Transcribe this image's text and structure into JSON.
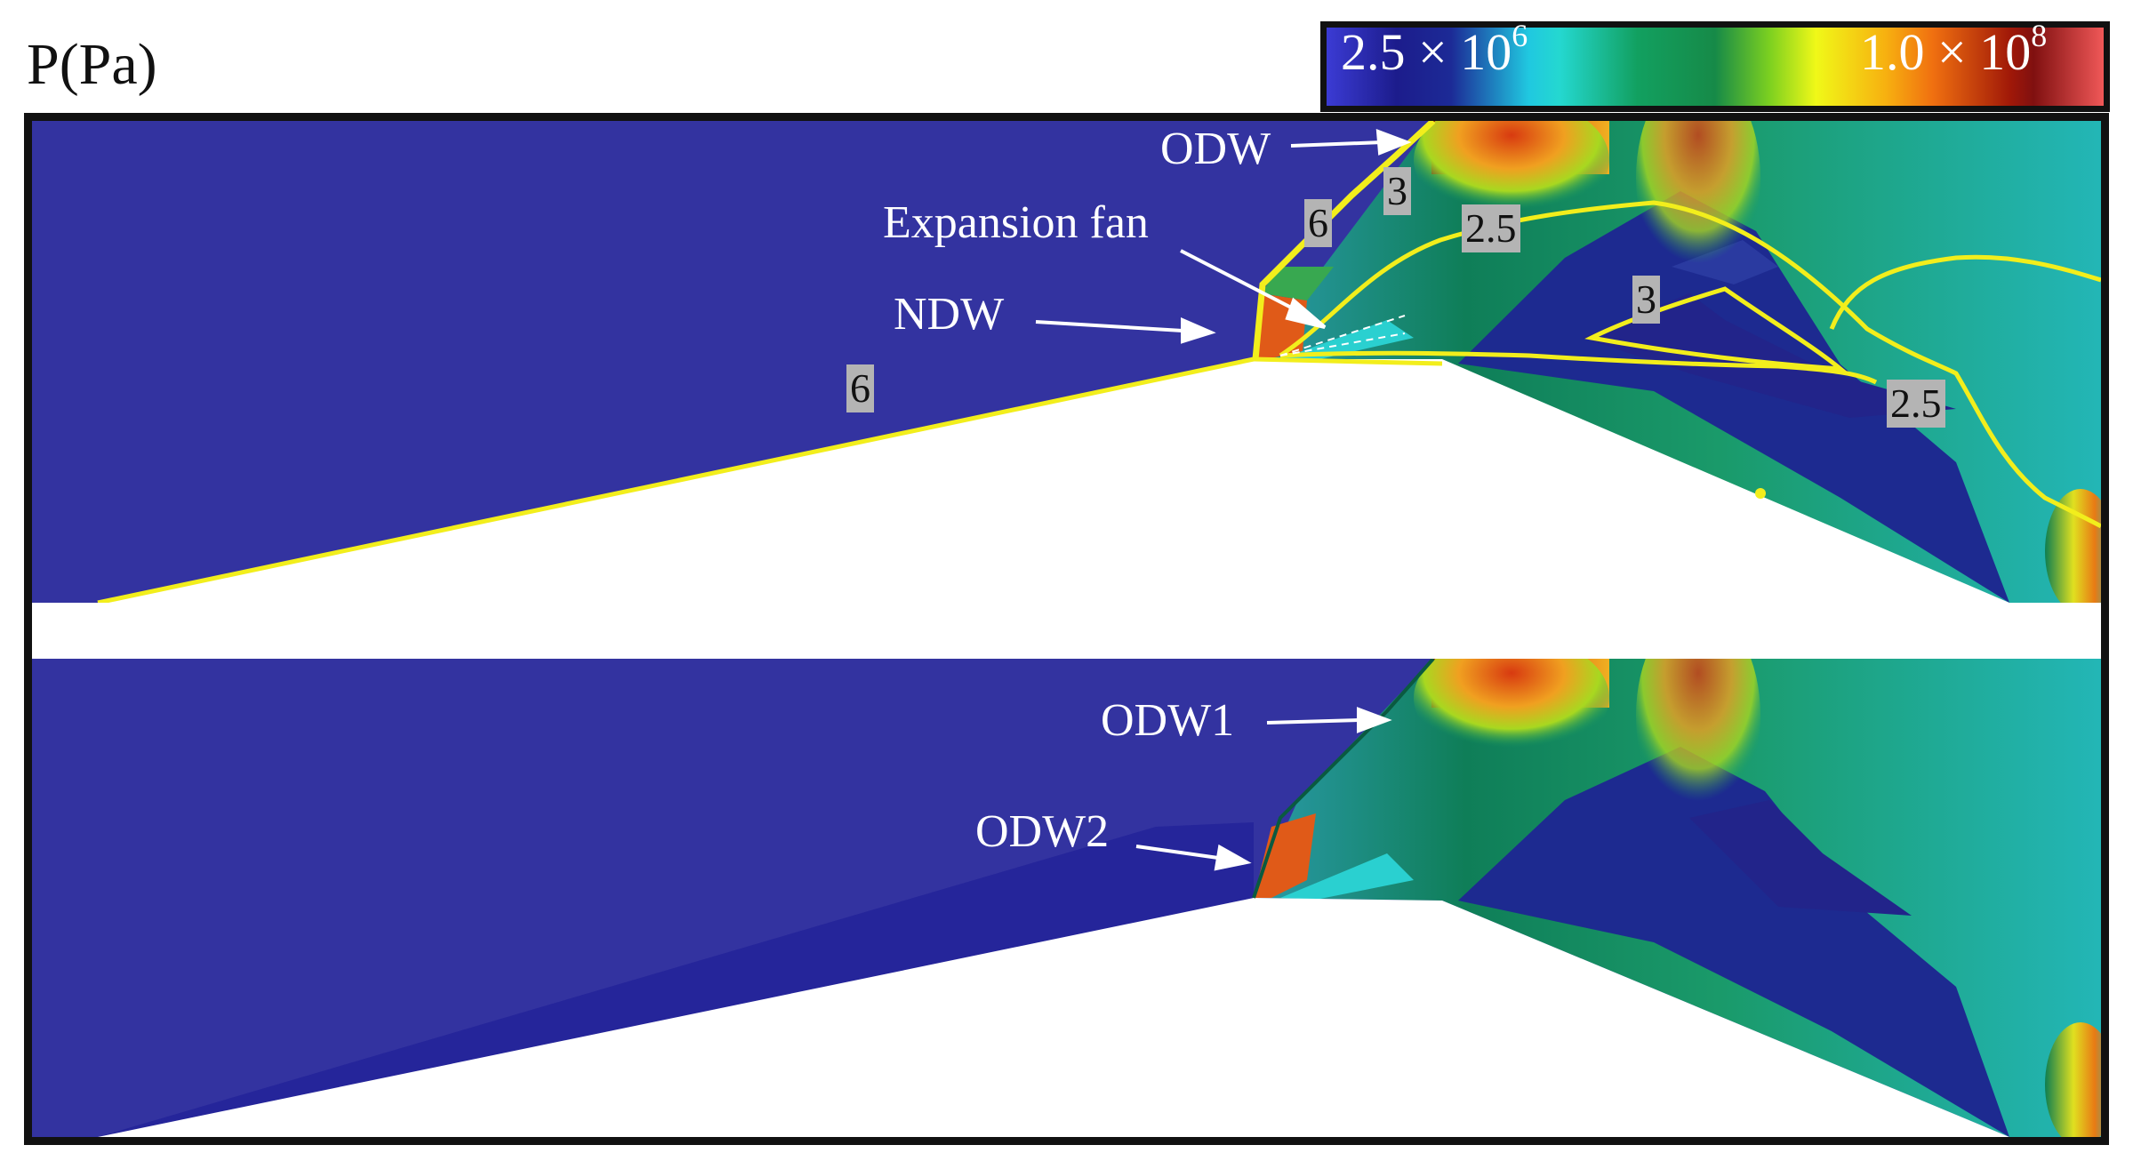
{
  "figure": {
    "title": "P(Pa)",
    "colorbar": {
      "min_label": "2.5 × 10",
      "min_exp": "6",
      "max_label": "1.0 × 10",
      "max_exp": "8"
    },
    "top_panel": {
      "annotations": {
        "odw": "ODW",
        "expansion_fan": "Expansion fan",
        "ndw": "NDW"
      },
      "contour_tags": [
        "6",
        "3",
        "2.5",
        "3",
        "6",
        "2.5"
      ]
    },
    "bottom_panel": {
      "annotations": {
        "odw1": "ODW1",
        "odw2": "ODW2"
      }
    },
    "colors": {
      "background_flow": "#3333a0",
      "dark_blue": "#1c1c80",
      "teal": "#28b0b0",
      "green": "#0d7a4a",
      "yellow": "#f0ea18",
      "red": "#d03010",
      "contour": "#f2ee1c",
      "frame": "#111111"
    }
  }
}
